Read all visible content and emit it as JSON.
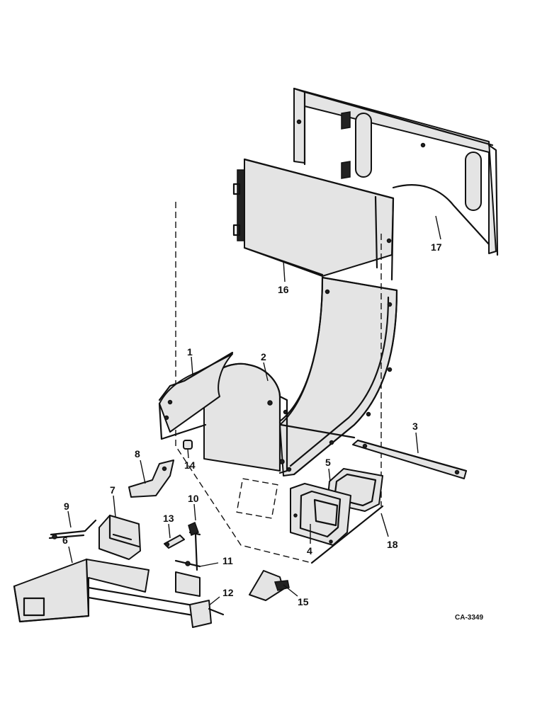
{
  "diagram": {
    "drawing_code": "CA-3349",
    "callouts": [
      {
        "id": "part-1",
        "label": "1"
      },
      {
        "id": "part-2",
        "label": "2"
      },
      {
        "id": "part-3",
        "label": "3"
      },
      {
        "id": "part-4",
        "label": "4"
      },
      {
        "id": "part-5",
        "label": "5"
      },
      {
        "id": "part-6",
        "label": "6"
      },
      {
        "id": "part-7",
        "label": "7"
      },
      {
        "id": "part-8",
        "label": "8"
      },
      {
        "id": "part-9",
        "label": "9"
      },
      {
        "id": "part-10",
        "label": "10"
      },
      {
        "id": "part-11",
        "label": "11"
      },
      {
        "id": "part-12",
        "label": "12"
      },
      {
        "id": "part-13",
        "label": "13"
      },
      {
        "id": "part-14",
        "label": "14"
      },
      {
        "id": "part-15",
        "label": "15"
      },
      {
        "id": "part-16",
        "label": "16"
      },
      {
        "id": "part-17",
        "label": "17"
      },
      {
        "id": "part-18",
        "label": "18"
      }
    ]
  }
}
